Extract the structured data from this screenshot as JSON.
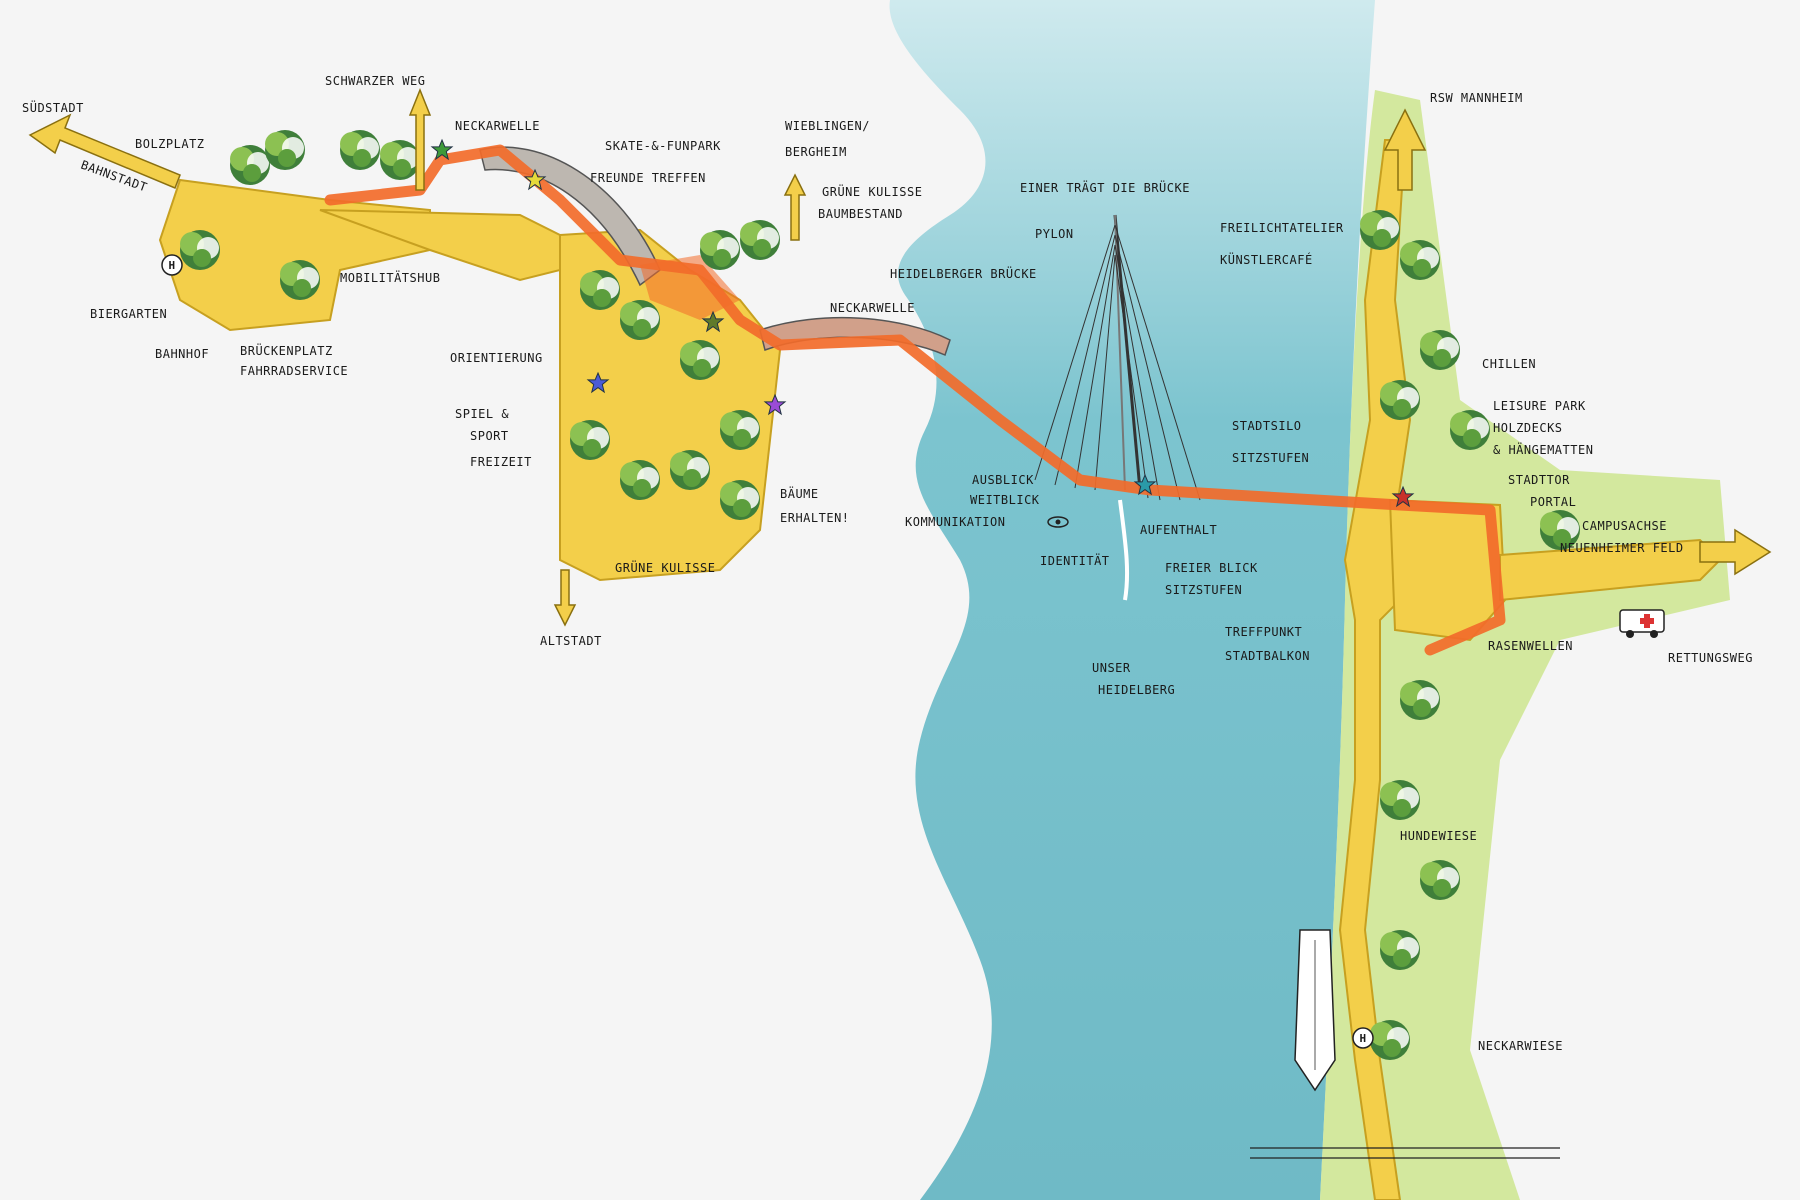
{
  "colors": {
    "background": "#f5f5f5",
    "river": "#7cc4cf",
    "river_light": "#b9e2e8",
    "path_yellow": "#f3cf4a",
    "path_outline": "#c7a020",
    "bridge_orange": "#f26b2a",
    "tree_dark": "#3f7f3a",
    "tree_light": "#8cc152",
    "meadow": "#cde58e",
    "ink": "#1a1a1a"
  },
  "labels": {
    "suedstadt": "Südstadt",
    "bahnstadt": "Bahnstadt",
    "bolzplatz": "Bolzplatz",
    "schwarzer_weg": "Schwarzer Weg",
    "neckarwelle_top": "Neckarwelle",
    "skate_funpark": "Skate-&-Funpark",
    "freunde_treffen": "Freunde treffen",
    "wieblingen": "Wieblingen/",
    "bergheim": "Bergheim",
    "gruene_kulisse_top": "Grüne Kulisse",
    "baumbestand": "Baumbestand",
    "einer_traegt": "Einer trägt die Brücke",
    "pylon": "Pylon",
    "heidelberger_bruecke": "Heidelberger Brücke",
    "neckarwelle_mid": "Neckarwelle",
    "freilichtatelier": "Freilichtatelier",
    "kuenstlercafe": "Künstlercafé",
    "rsw_mannheim": "RSW Mannheim",
    "mobilitaetshub": "Mobilitätshub",
    "biergarten": "Biergarten",
    "bahnhof": "Bahnhof",
    "brueckenplatz": "Brückenplatz",
    "fahrradservice": "Fahrradservice",
    "orientierung": "Orientierung",
    "spiel": "Spiel &",
    "sport": "Sport",
    "freizeit": "Freizeit",
    "baeume": "Bäume",
    "erhalten": "erhalten!",
    "gruene_kulisse_bottom": "Grüne Kulisse",
    "altstadt": "Altstadt",
    "ausblick": "Ausblick",
    "weitblick": "Weitblick",
    "kommunikation": "Kommunikation",
    "identitaet": "Identität",
    "aufenthalt": "Aufenthalt",
    "freier_blick": "Freier Blick",
    "sitzstufen_1": "Sitzstufen",
    "stadtsilo": "Stadtsilo",
    "sitzstufen_2": "Sitzstufen",
    "treffpunkt": "Treffpunkt",
    "stadtbalkon": "Stadtbalkon",
    "unser": "Unser",
    "heidelberg": "Heidelberg",
    "chillen": "Chillen",
    "leisure_park": "Leisure Park",
    "holzdecks": "Holzdecks",
    "haengematten": "& Hängematten",
    "stadttor": "Stadttor",
    "portal": "Portal",
    "campusachse": "Campusachse",
    "neuenheimer_feld": "Neuenheimer Feld",
    "rasenwellen": "Rasenwellen",
    "rettungsweg": "Rettungsweg",
    "hundewiese": "Hundewiese",
    "neckarwiese": "Neckarwiese"
  },
  "symbols": {
    "haltestelle_letter": "H"
  },
  "icons": [
    "arrow-icon",
    "star-icon",
    "tree-icon",
    "eye-icon",
    "ambulance-icon",
    "bus-stop-icon",
    "boat-icon"
  ]
}
